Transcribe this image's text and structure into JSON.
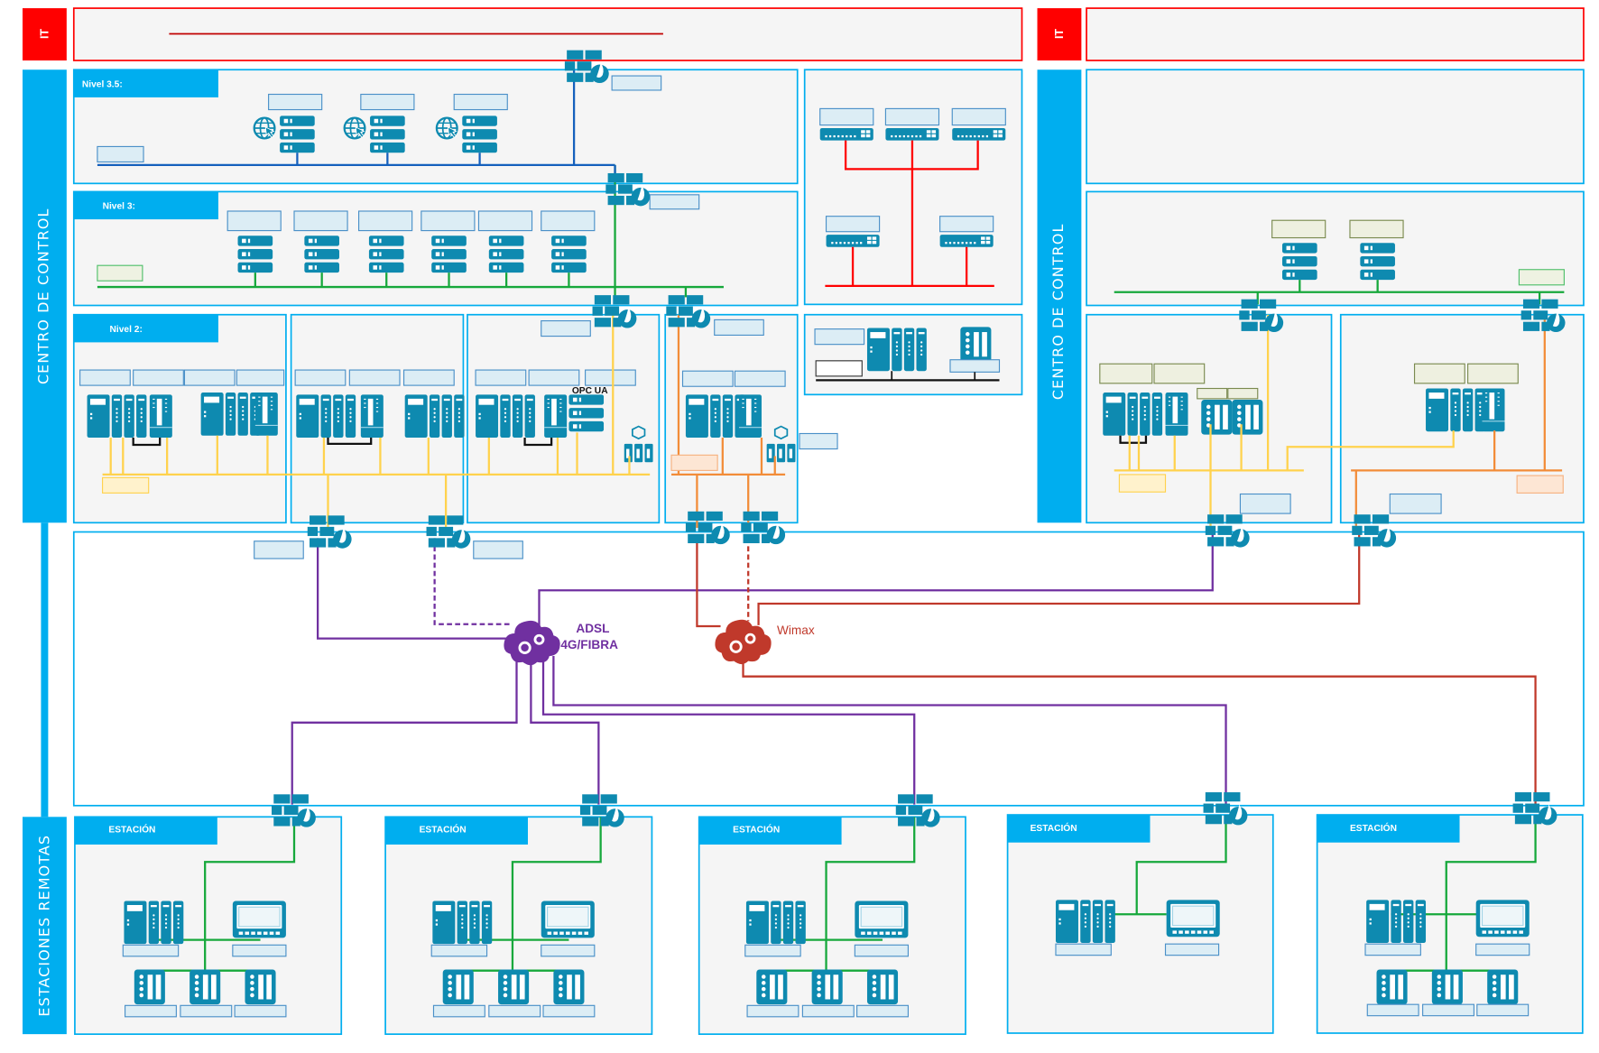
{
  "colors": {
    "it_red": "#ff0000",
    "control_blue": "#00aeef",
    "device_teal": "#0e8ab0",
    "panel_bg": "#f5f5f5",
    "label_box": "#dcedf5",
    "level35_line": "#1560bd",
    "level3_line": "#16a83b",
    "level2_line": "#ffd24d",
    "orange_line": "#f28c38",
    "purple_line": "#7030a0",
    "wimax_red": "#c0392b"
  },
  "sidebars": {
    "it_left": "IT",
    "it_right": "IT",
    "control_left": "CENTRO DE CONTROL",
    "control_right": "CENTRO DE CONTROL",
    "remote": "ESTACIONES REMOTAS"
  },
  "levels": {
    "level35": "Nivel 3.5:",
    "level3": "Nivel 3:",
    "level2": "Nivel 2:"
  },
  "protocols": {
    "opc": "OPC UA"
  },
  "networks": {
    "adsl_line1": "ADSL",
    "adsl_line2": "4G/FIBRA",
    "wimax": "Wimax"
  },
  "stations": [
    {
      "title": "ESTACIÓN"
    },
    {
      "title": "ESTACIÓN"
    },
    {
      "title": "ESTACIÓN"
    },
    {
      "title": "ESTACIÓN"
    },
    {
      "title": "ESTACIÓN"
    }
  ]
}
